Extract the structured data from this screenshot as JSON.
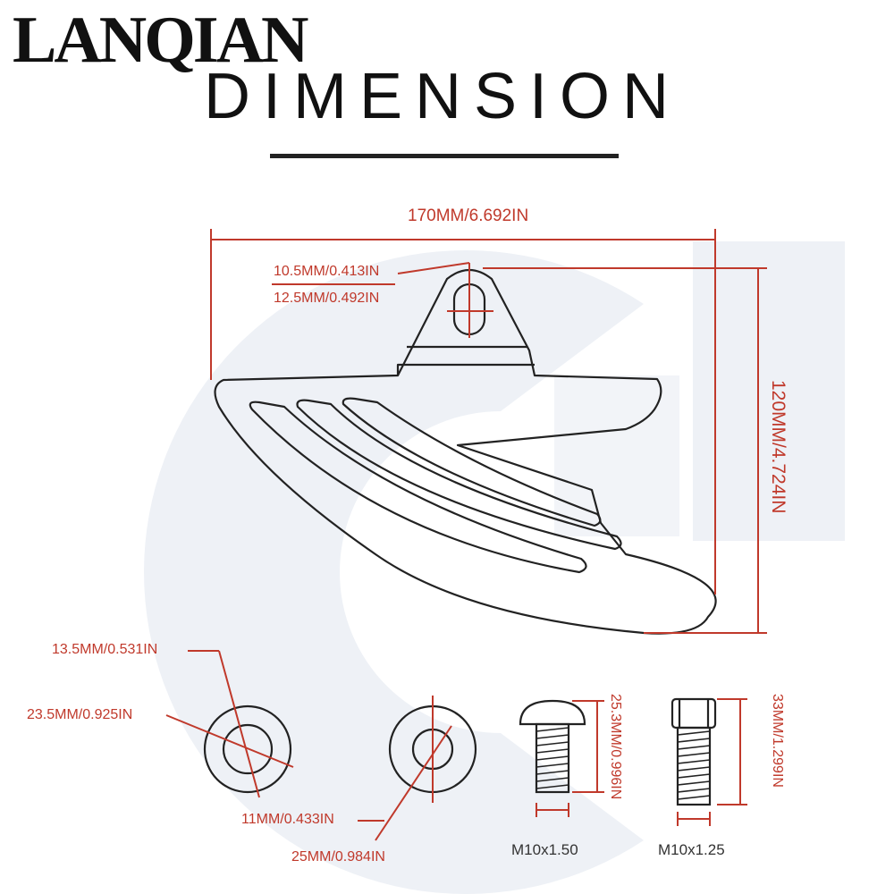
{
  "brand": {
    "logo_text": "LANQIAN"
  },
  "header": {
    "title": "DIMENSION"
  },
  "guard": {
    "width_label": "170MM/6.692IN",
    "height_label": "120MM/4.724IN",
    "slot_width_label": "10.5MM/0.413IN",
    "slot_length_label": "12.5MM/0.492IN"
  },
  "washer_1": {
    "inner_label": "13.5MM/0.531IN",
    "outer_label": "23.5MM/0.925IN"
  },
  "washer_2": {
    "inner_label": "11MM/0.433IN",
    "outer_label": "25MM/0.984IN"
  },
  "bolt_1": {
    "length_label": "25.3MM/0.996IN",
    "thread_label": "M10x1.50"
  },
  "bolt_2": {
    "length_label": "33MM/1.299IN",
    "thread_label": "M10x1.25"
  },
  "colors": {
    "dimension": "#c0392b",
    "outline": "#222222",
    "watermark": "#eef1f6"
  }
}
